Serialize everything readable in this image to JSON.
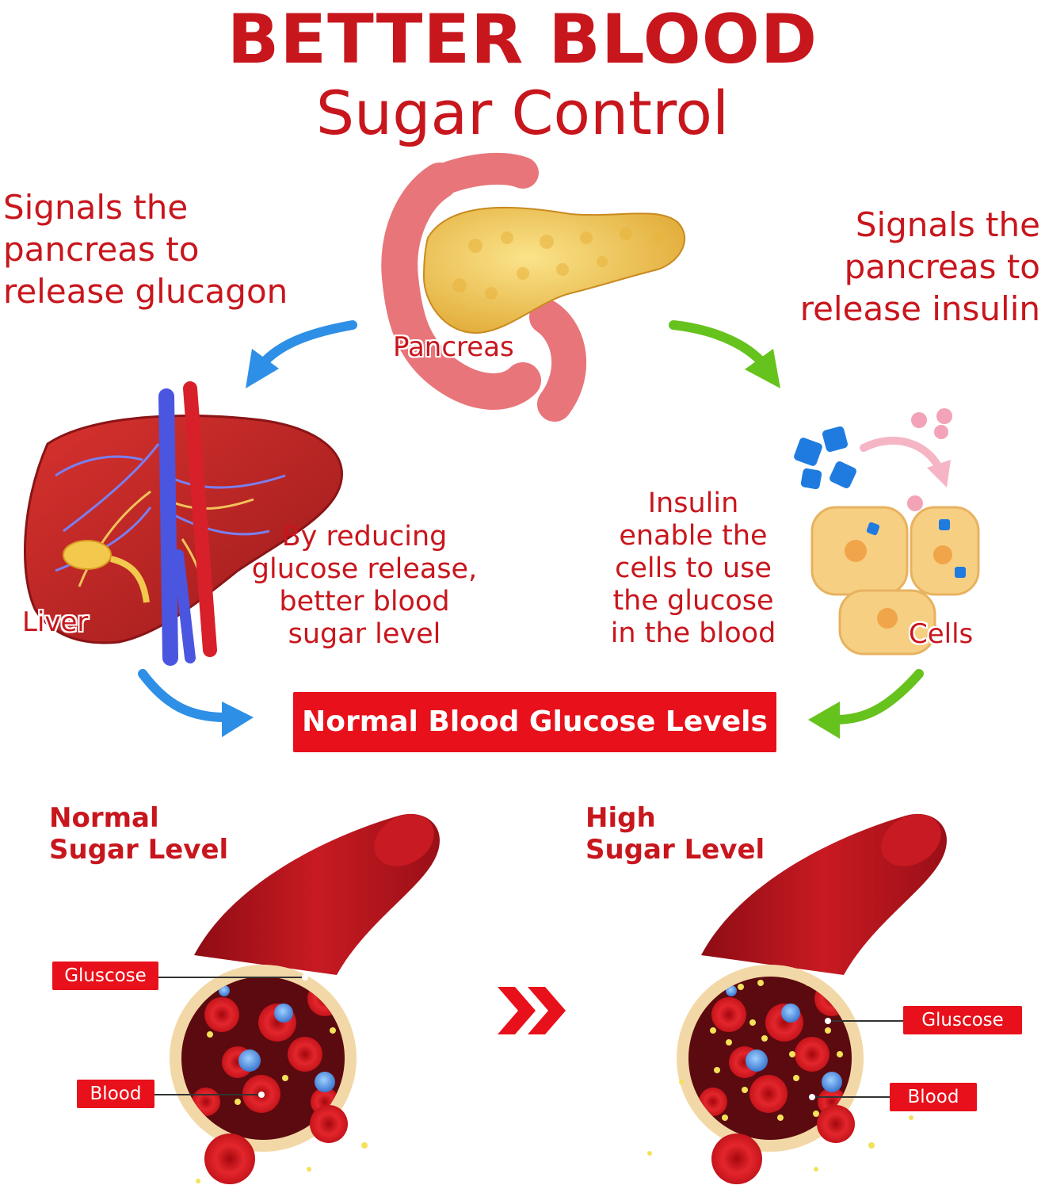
{
  "title": {
    "line1": "BETTER BLOOD",
    "line2": "Sugar Control"
  },
  "left_signal": {
    "lines": [
      "Signals the",
      "pancreas to",
      "release glucagon"
    ]
  },
  "right_signal": {
    "lines": [
      "Signals the",
      "pancreas to",
      "release insulin"
    ]
  },
  "organs": {
    "pancreas": "Pancreas",
    "liver": "Liver",
    "cells": "Cells"
  },
  "liver_effect": {
    "lines": [
      "By reducing",
      "glucose release,",
      "better blood",
      "sugar level"
    ]
  },
  "insulin_effect": {
    "lines": [
      "Insulin",
      "enable the",
      "cells to use",
      "the glucose",
      "in the blood"
    ]
  },
  "center_box": "Normal Blood Glucose Levels",
  "normal_level": {
    "lines": [
      "Normal",
      "Sugar Level"
    ],
    "glucose_tag": "Gluscose",
    "blood_tag": "Blood"
  },
  "high_level": {
    "lines": [
      "High",
      "Sugar Level"
    ],
    "glucose_tag": "Gluscose",
    "blood_tag": "Blood"
  },
  "colors": {
    "accent_red": "#e8101a",
    "text_red": "#c8161d",
    "arrow_blue": "#2e8fe6",
    "arrow_green": "#66c21c",
    "vessel_red": "#b8151e",
    "pancreas_yellow": "#f2c94c",
    "cell_orange": "#f7cf82"
  },
  "icons": {
    "pancreas": "pancreas-illustration",
    "liver": "liver-illustration",
    "cells": "cells-illustration",
    "vessel": "blood-vessel-illustration",
    "transition": "double-chevron-right-icon"
  }
}
